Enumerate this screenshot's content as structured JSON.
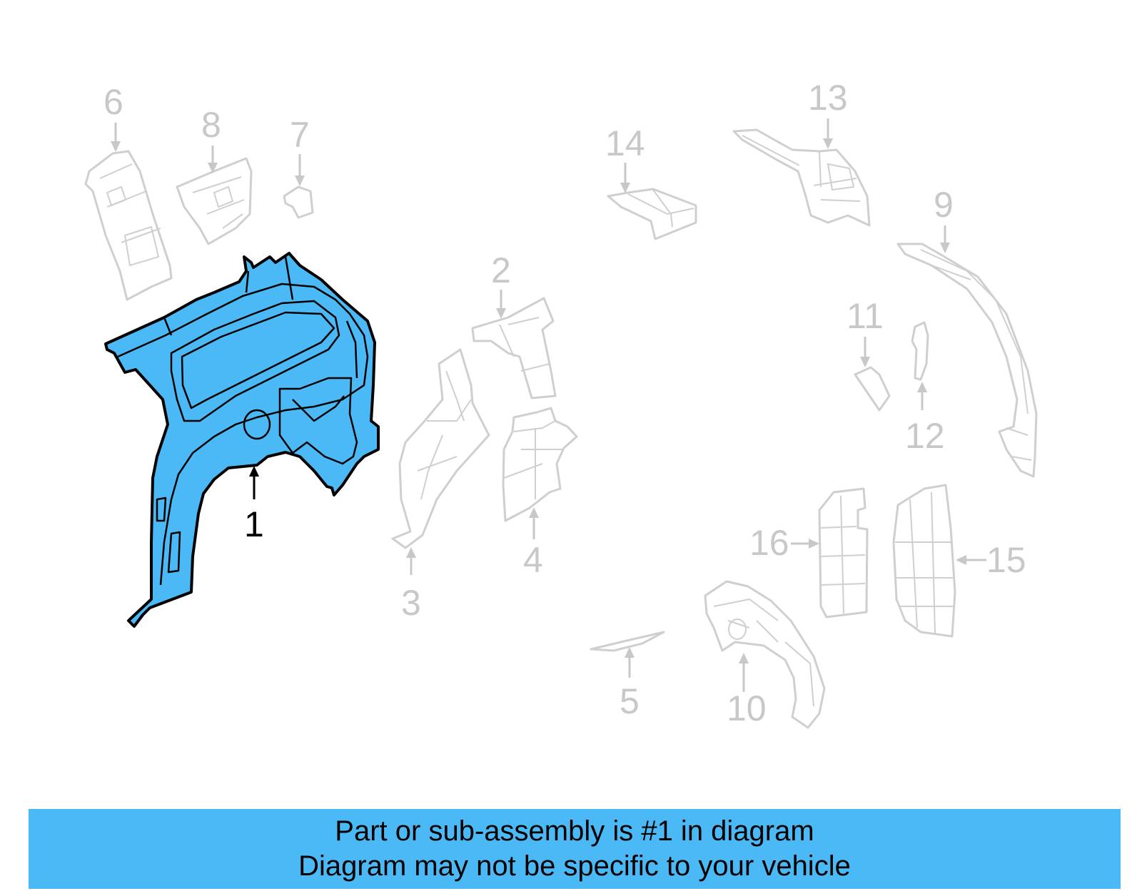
{
  "callouts": {
    "c1": "1",
    "c2": "2",
    "c3": "3",
    "c4": "4",
    "c5": "5",
    "c6": "6",
    "c7": "7",
    "c8": "8",
    "c9": "9",
    "c10": "10",
    "c11": "11",
    "c12": "12",
    "c13": "13",
    "c14": "14",
    "c15": "15",
    "c16": "16"
  },
  "highlighted_part": "1",
  "colors": {
    "highlight": "#4bb9f5",
    "ghost": "#cfcfcf",
    "banner": "#4bb9f5"
  },
  "banner": {
    "line1": "Part or sub-assembly is #1 in diagram",
    "line2": "Diagram may not be specific to your vehicle"
  }
}
